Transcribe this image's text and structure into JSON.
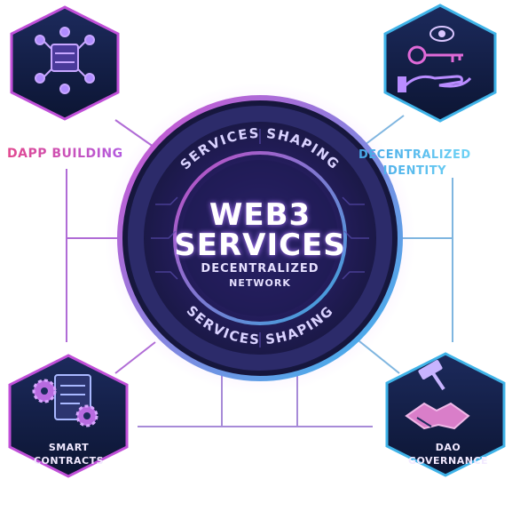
{
  "center": {
    "title_line1": "WEB3",
    "title_line2": "SERVICES",
    "subtitle_line1": "DECENTRALIZED",
    "subtitle_line2": "NETWORK",
    "ring_text_top": "SERVICES SHAPING",
    "ring_text_bottom": "SERVICES SHAPING"
  },
  "nodes": {
    "dapp": {
      "label": "DAPP BUILDING",
      "icon": "server-network-icon"
    },
    "identity": {
      "label_line1": "DECENTRALIZED",
      "label_line2": "IDENTITY",
      "icon": "eye-key-hand-icon"
    },
    "smart": {
      "label_line1": "SMART",
      "label_line2": "CONTRACTS",
      "icon": "gears-scroll-icon"
    },
    "dao": {
      "label_line1": "DAO",
      "label_line2": "GOVERNANCE",
      "icon": "gavel-handshake-icon"
    }
  },
  "colors": {
    "hex_fill_dark": "#0f1a3d",
    "hex_stroke_pink": "#c04fd8",
    "hex_stroke_blue": "#3fb3e8",
    "circle_dark": "#1a1740",
    "accent_pink": "#e2488f",
    "accent_blue": "#46a6e6",
    "connector_pink": "#b06cd6",
    "connector_blue": "#7fb6e0"
  }
}
